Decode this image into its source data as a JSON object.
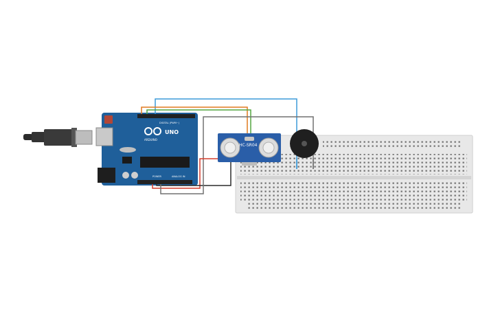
{
  "arduino": {
    "brand_label": "ARDUINO",
    "model_label": "UNO",
    "digital_label": "DIGITAL (PWM~)",
    "power_label": "POWER",
    "analog_label": "ANALOG IN"
  },
  "sensor": {
    "model_label": "HC-SR04"
  },
  "colors": {
    "board": "#1f5f9a",
    "breadboard": "#e6e6e6",
    "wire_blue": "#3b9ad9",
    "wire_orange": "#e07a1f",
    "wire_green": "#54a641",
    "wire_gray": "#707070",
    "wire_red": "#d43c2b",
    "wire_black": "#2a2a2a",
    "buzzer": "#222222"
  }
}
